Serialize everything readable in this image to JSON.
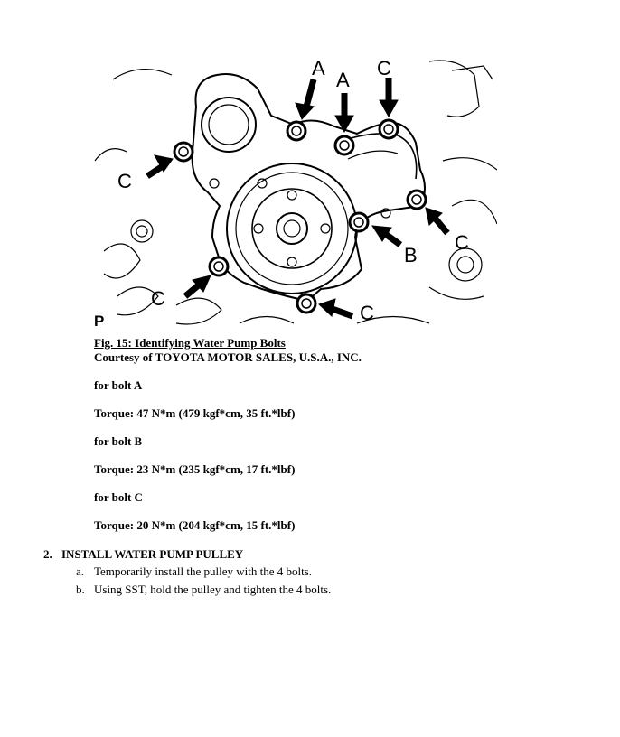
{
  "figure": {
    "label_a1": "A",
    "label_a2": "A",
    "label_c_top": "C",
    "label_c_left": "C",
    "label_b": "B",
    "label_c_right": "C",
    "label_c_bottom_left": "C",
    "label_c_bottom": "C",
    "corner_label": "P"
  },
  "caption": "Fig. 15: Identifying Water Pump Bolts",
  "courtesy": "Courtesy of TOYOTA MOTOR SALES, U.S.A., INC.",
  "specs": [
    {
      "label": "for bolt A",
      "torque": "Torque: 47 N*m (479 kgf*cm, 35 ft.*lbf)"
    },
    {
      "label": "for bolt B",
      "torque": "Torque: 23 N*m (235 kgf*cm, 17 ft.*lbf)"
    },
    {
      "label": "for bolt C",
      "torque": "Torque: 20 N*m (204 kgf*cm, 15 ft.*lbf)"
    }
  ],
  "step": {
    "number": "2.",
    "title": "INSTALL WATER PUMP PULLEY",
    "substeps": [
      {
        "mark": "a.",
        "text": "Temporarily install the pulley with the 4 bolts."
      },
      {
        "mark": "b.",
        "text": "Using SST, hold the pulley and tighten the 4 bolts."
      }
    ]
  }
}
